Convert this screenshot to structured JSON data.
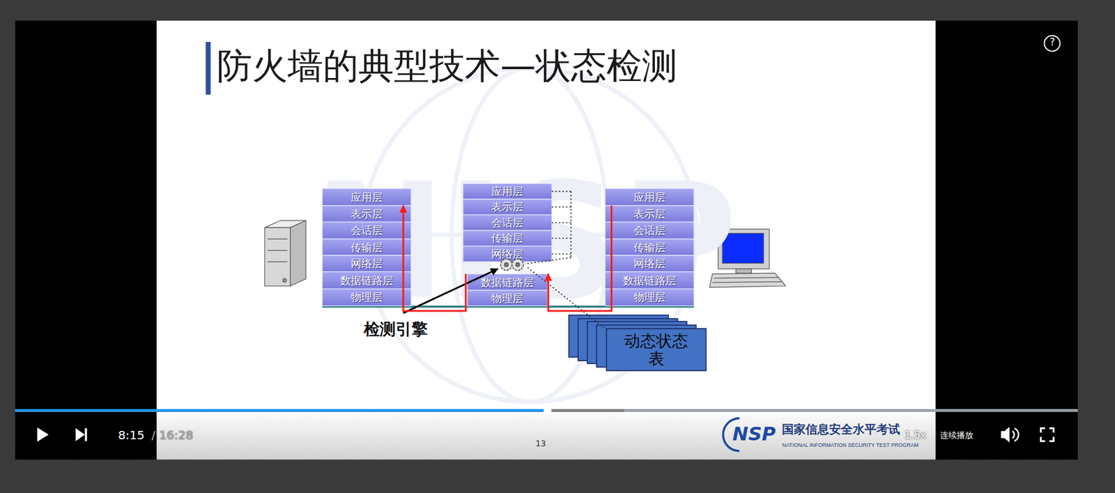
{
  "diagram": {
    "title": "防火墙的典型技术—状态检测",
    "nodes": [
      {
        "text": [
          "应用层"
        ]
      },
      {
        "text": [
          "表示层"
        ]
      },
      {
        "text": [
          "会话层"
        ]
      },
      {
        "text": [
          "传输层"
        ]
      },
      {
        "text": [
          "网络层"
        ]
      },
      {
        "text": [
          "数据链路层"
        ]
      },
      {
        "text": [
          "物理层"
        ]
      },
      {
        "text": [
          "应用层"
        ]
      },
      {
        "text": [
          "表示层"
        ]
      },
      {
        "text": [
          "会话层"
        ]
      },
      {
        "text": [
          "传输层"
        ]
      },
      {
        "text": [
          "网络层"
        ]
      },
      {
        "text": [
          "数据链路层"
        ]
      },
      {
        "text": [
          "物理层"
        ]
      },
      {
        "text": [
          "应用层"
        ]
      },
      {
        "text": [
          "表示层"
        ]
      },
      {
        "text": [
          "会话层"
        ]
      },
      {
        "text": [
          "传输层"
        ]
      },
      {
        "text": [
          "网络层"
        ]
      },
      {
        "text": [
          "数据链路层"
        ]
      },
      {
        "text": [
          "物理层"
        ]
      },
      {
        "text": [
          "动态状态 表"
        ]
      }
    ],
    "edges": [
      {
        "from": 14,
        "to": 12,
        "arrow": "to"
      },
      {
        "from": 12,
        "to": 0,
        "arrow": "to"
      }
    ],
    "labels": [
      "NISP",
      "检测引擎",
      "13",
      "8:15",
      "/ 16:28",
      "NSP",
      "国家信息安全水平考试",
      "NATIONAL INFORMATION SECURITY TEST PROGRAM",
      "1.5x",
      "连续播放",
      "?"
    ]
  }
}
